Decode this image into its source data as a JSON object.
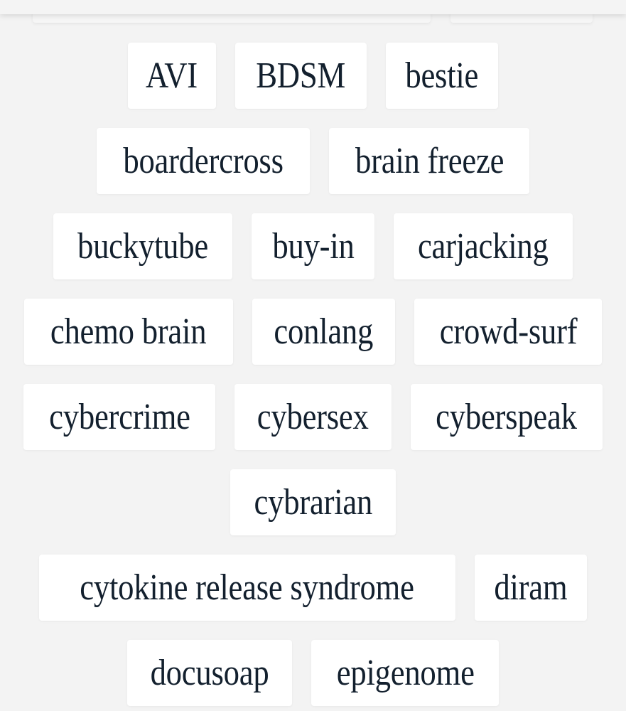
{
  "page": {
    "colors": {
      "background": "#f3f3f3",
      "tag_background": "#ffffff",
      "tag_text": "#13202e"
    }
  },
  "tags": [
    [
      "AVI",
      "BDSM",
      "bestie"
    ],
    [
      "boardercross",
      "brain freeze"
    ],
    [
      "buckytube",
      "buy-in",
      "carjacking"
    ],
    [
      "chemo brain",
      "conlang"
    ],
    [
      "crowd-surf",
      "cybercrime"
    ],
    [
      "cybersex",
      "cyberspeak",
      "cybrarian"
    ],
    [
      "cytokine release syndrome",
      "diram"
    ],
    [
      "docusoap",
      "epigenome"
    ]
  ]
}
